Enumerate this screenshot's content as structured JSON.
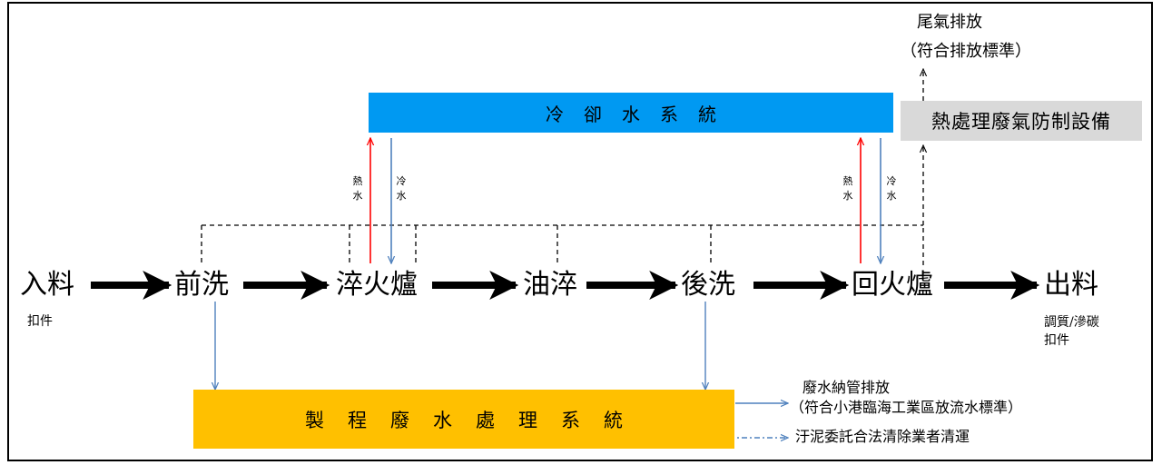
{
  "process": {
    "n1": "入料",
    "n1_sub": "扣件",
    "n2": "前洗",
    "n3": "淬火爐",
    "n4": "油淬",
    "n5": "後洗",
    "n6": "回火爐",
    "n7": "出料",
    "n7_sub1": "調質/滲碳",
    "n7_sub2": "扣件"
  },
  "cooling": {
    "label": "冷卻水系統",
    "hot": "熱水",
    "cold": "冷水"
  },
  "exhaust": {
    "label": "熱處理廢氣防制設備",
    "out_line1": "尾氣排放",
    "out_line2": "（符合排放標準）"
  },
  "wastewater": {
    "label": "製程廢水處理系統",
    "out1_line1": "廢水納管排放",
    "out1_line2": "（符合小港臨海工業區放流水標準）",
    "out2": "汙泥委託合法清除業者清運"
  },
  "colors": {
    "cooling_box": "#0099f2",
    "exhaust_box": "#d9d9d9",
    "wastewater_box": "#ffc000",
    "hot_arrow": "#ff0000",
    "cold_arrow": "#4f81bd"
  }
}
